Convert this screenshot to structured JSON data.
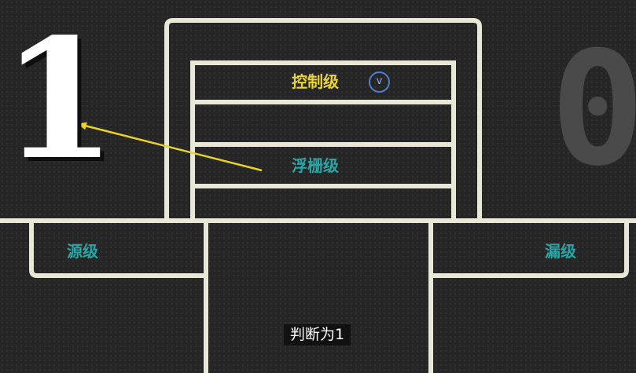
{
  "digits": {
    "left": "1",
    "right": "0"
  },
  "layers": {
    "gate": "控制级",
    "floating_gate": "浮栅级",
    "source": "源级",
    "drain": "漏级"
  },
  "toggle_icon": "v",
  "caption": "判断为1",
  "colors": {
    "background": "#262626",
    "outline": "#e8e8d6",
    "gate_label": "#e8d43a",
    "layer_label": "#2ba4a4",
    "arrow": "#e6d22a",
    "toggle_ring": "#4f7fd0"
  }
}
